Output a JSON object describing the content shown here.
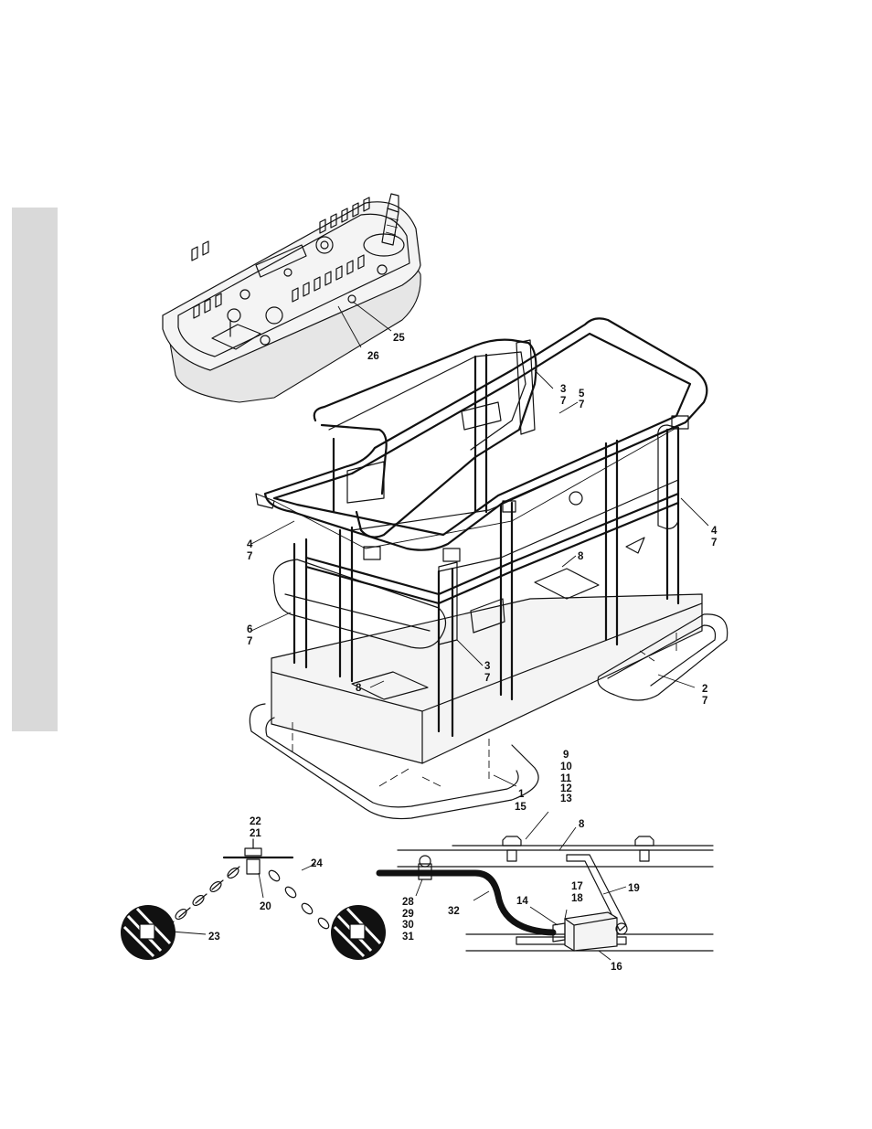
{
  "callouts": [
    {
      "id": "c-26",
      "text": "26"
    },
    {
      "id": "c-25",
      "text": "25"
    },
    {
      "id": "c-3a",
      "text": "3"
    },
    {
      "id": "c-7a",
      "text": "7"
    },
    {
      "id": "c-5",
      "text": "5"
    },
    {
      "id": "c-7b",
      "text": "7"
    },
    {
      "id": "c-4a",
      "text": "4"
    },
    {
      "id": "c-7c",
      "text": "7"
    },
    {
      "id": "c-4b",
      "text": "4"
    },
    {
      "id": "c-7d",
      "text": "7"
    },
    {
      "id": "c-8a",
      "text": "8"
    },
    {
      "id": "c-6",
      "text": "6"
    },
    {
      "id": "c-7e",
      "text": "7"
    },
    {
      "id": "c-3b",
      "text": "3"
    },
    {
      "id": "c-7f",
      "text": "7"
    },
    {
      "id": "c-8b",
      "text": "8"
    },
    {
      "id": "c-2",
      "text": "2"
    },
    {
      "id": "c-7g",
      "text": "7"
    },
    {
      "id": "c-9",
      "text": "9"
    },
    {
      "id": "c-10",
      "text": "10"
    },
    {
      "id": "c-11",
      "text": "11"
    },
    {
      "id": "c-12",
      "text": "12"
    },
    {
      "id": "c-13",
      "text": "13"
    },
    {
      "id": "c-1",
      "text": "1"
    },
    {
      "id": "c-15",
      "text": "15"
    },
    {
      "id": "c-8c",
      "text": "8"
    },
    {
      "id": "c-22",
      "text": "22"
    },
    {
      "id": "c-21",
      "text": "21"
    },
    {
      "id": "c-24",
      "text": "24"
    },
    {
      "id": "c-20",
      "text": "20"
    },
    {
      "id": "c-23",
      "text": "23"
    },
    {
      "id": "c-17",
      "text": "17"
    },
    {
      "id": "c-18",
      "text": "18"
    },
    {
      "id": "c-19",
      "text": "19"
    },
    {
      "id": "c-28",
      "text": "28"
    },
    {
      "id": "c-29",
      "text": "29"
    },
    {
      "id": "c-30",
      "text": "30"
    },
    {
      "id": "c-31",
      "text": "31"
    },
    {
      "id": "c-32",
      "text": "32"
    },
    {
      "id": "c-14",
      "text": "14"
    },
    {
      "id": "c-16",
      "text": "16"
    }
  ]
}
